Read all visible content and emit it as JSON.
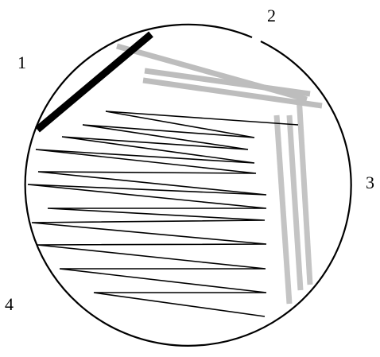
{
  "labels": {
    "zone_1": "1",
    "zone_2": "2",
    "zone_3": "3",
    "zone_4": "4"
  },
  "colors": {
    "plate_outline": "#000000",
    "streak_1": "#000000",
    "streak_2": "#bdbdbd",
    "streak_3": "#c4c4c4",
    "streak_4": "#000000"
  }
}
